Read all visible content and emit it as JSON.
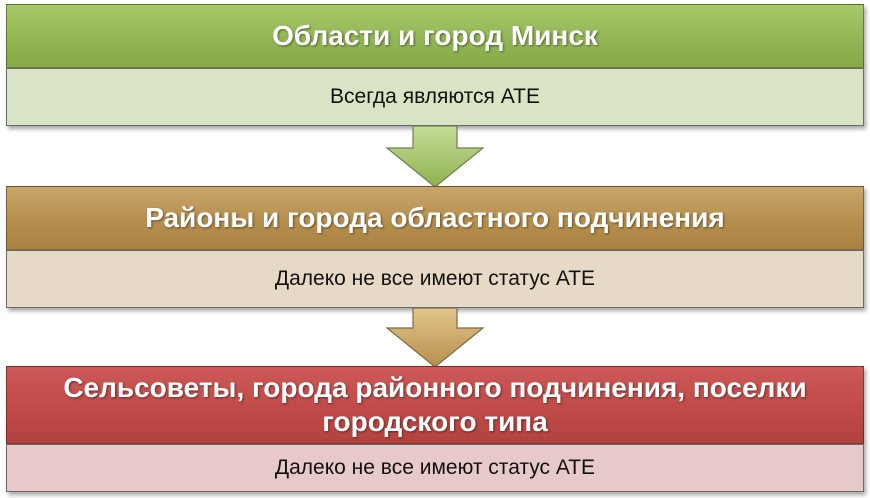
{
  "levels": [
    {
      "title": "Области и город Минск",
      "description": "Всегда являются АТЕ"
    },
    {
      "title": "Районы и города областного подчинения",
      "description": "Далеко не все имеют статус АТЕ"
    },
    {
      "title": "Сельсоветы, города районного подчинения, поселки городского типа",
      "description": "Далеко не все имеют статус АТЕ"
    }
  ],
  "colors": {
    "level_1": "#92b655",
    "level_2": "#b68f4e",
    "level_3": "#c04a48",
    "arrow_1": "#a5c46a",
    "arrow_2": "#c2a262"
  },
  "icons": [
    "down-arrow-icon",
    "down-arrow-icon"
  ]
}
